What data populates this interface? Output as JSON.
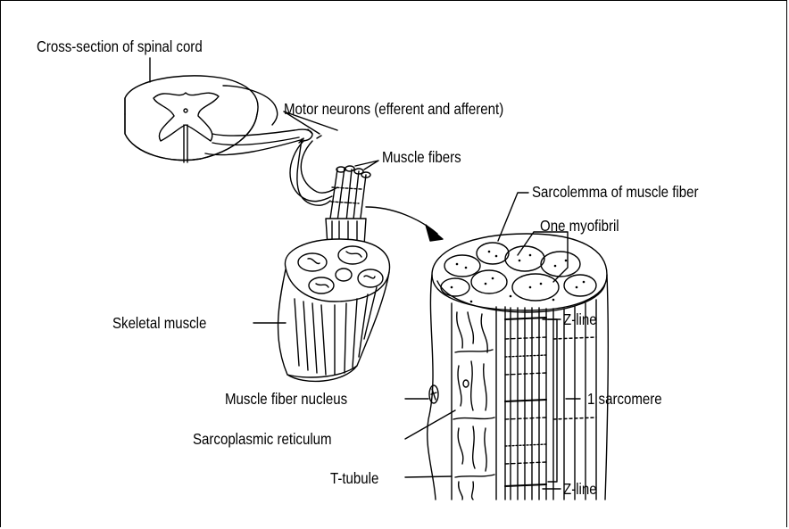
{
  "labels": {
    "spinal_cord": "Cross-section of spinal cord",
    "motor_neurons": "Motor neurons (efferent and afferent)",
    "muscle_fibers": "Muscle fibers",
    "sarcolemma": "Sarcolemma of muscle fiber",
    "myofibril": "One myofibril",
    "skeletal_muscle": "Skeletal muscle",
    "z_line_top": "Z-line",
    "nucleus": "Muscle fiber nucleus",
    "sarcomere": "1 sarcomere",
    "sarcoplasmic_reticulum": "Sarcoplasmic reticulum",
    "t_tubule": "T-tubule",
    "z_line_bottom": "Z-line"
  }
}
